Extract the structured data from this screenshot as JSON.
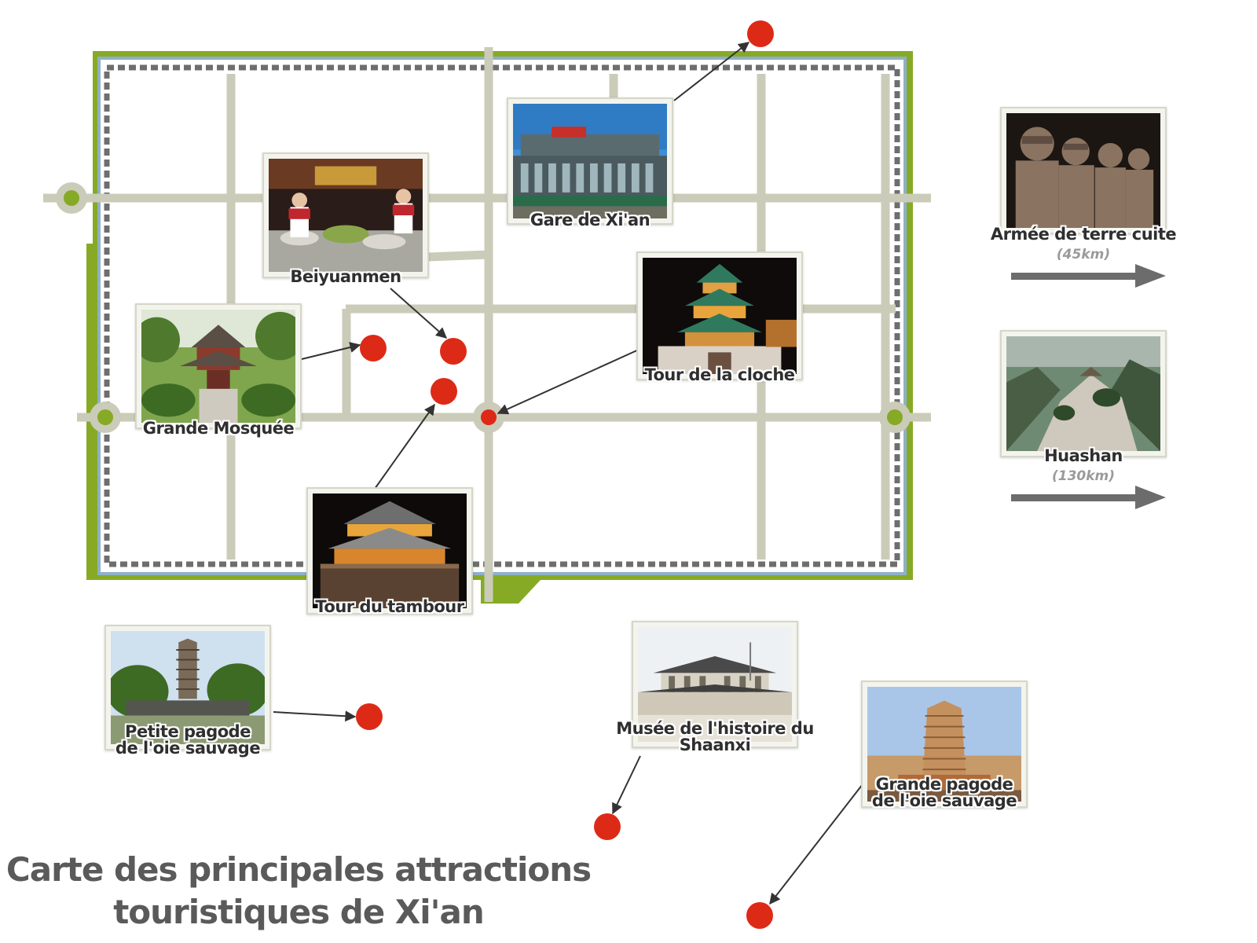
{
  "map": {
    "title_lines": [
      "Carte des principales attractions",
      "touristiques de Xi'an"
    ],
    "colors": {
      "wall_green": "#86aa25",
      "wall_blue": "#8fb0c8",
      "road": "#cbcbb9",
      "gate": "#86aa25",
      "marker": "#dd2a16",
      "arrow": "#333333",
      "far_arrow": "#6c6c6c"
    },
    "attractions": [
      {
        "id": "gare",
        "label_lines": [
          "Gare de Xi'an"
        ],
        "photo_icon": "railway-station-photo"
      },
      {
        "id": "beiyuanmen",
        "label_lines": [
          "Beiyuanmen"
        ],
        "photo_icon": "street-food-market-photo"
      },
      {
        "id": "cloche",
        "label_lines": [
          "Tour de la cloche"
        ],
        "photo_icon": "bell-tower-photo"
      },
      {
        "id": "mosquee",
        "label_lines": [
          "Grande Mosquée"
        ],
        "photo_icon": "mosque-garden-photo"
      },
      {
        "id": "tambour",
        "label_lines": [
          "Tour du tambour"
        ],
        "photo_icon": "drum-tower-photo"
      },
      {
        "id": "petite_pagode",
        "label_lines": [
          "Petite pagode",
          "de l'oie sauvage"
        ],
        "photo_icon": "small-pagoda-photo"
      },
      {
        "id": "musee",
        "label_lines": [
          "Musée de l'histoire du",
          "Shaanxi"
        ],
        "photo_icon": "museum-photo"
      },
      {
        "id": "grande_pagode",
        "label_lines": [
          "Grande pagode",
          "de l'oie sauvage"
        ],
        "photo_icon": "big-pagoda-photo"
      }
    ],
    "far_attractions": [
      {
        "id": "armee",
        "label": "Armée de terre cuite",
        "distance": "(45km)",
        "photo_icon": "terracotta-warriors-photo"
      },
      {
        "id": "huashan",
        "label": "Huashan",
        "distance": "(130km)",
        "photo_icon": "huashan-mountain-photo"
      }
    ]
  }
}
